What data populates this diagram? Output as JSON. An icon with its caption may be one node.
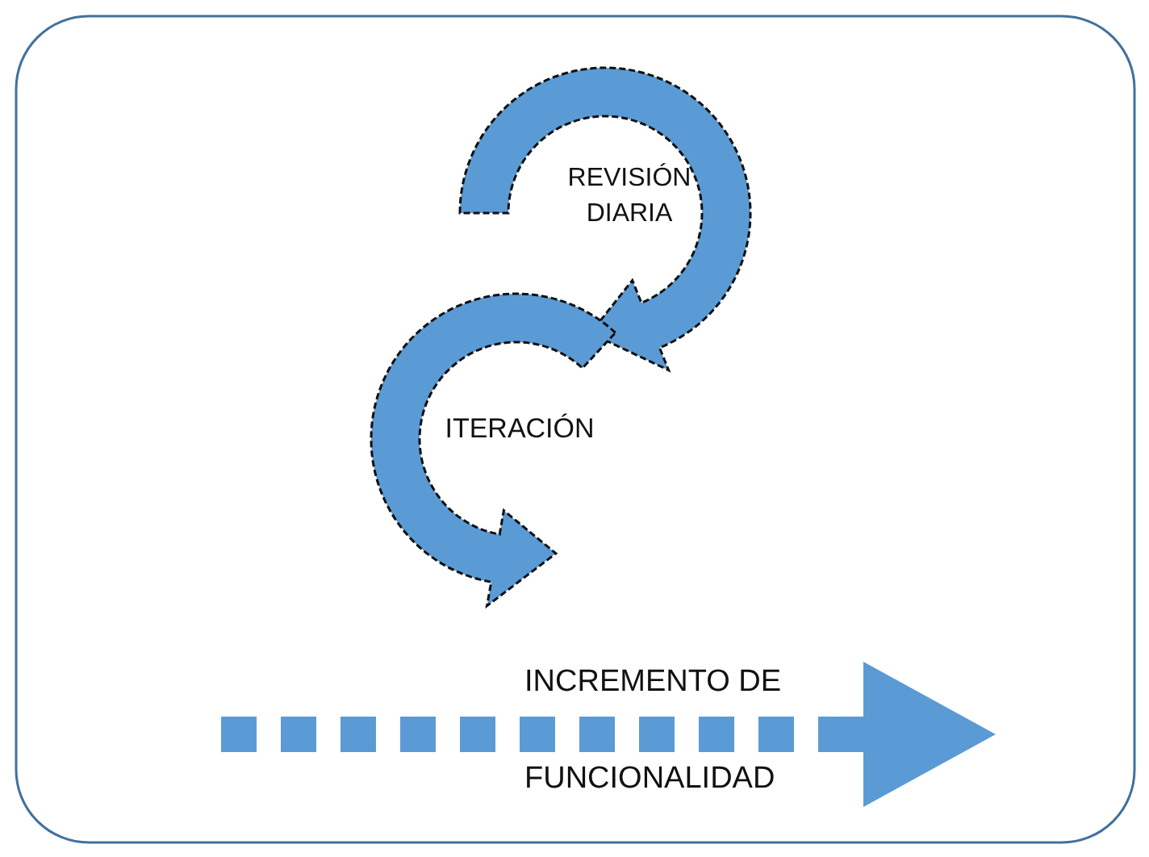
{
  "diagram": {
    "labels": [
      "REVISIÓN DIARIA",
      "ITERACIÓN",
      "INCREMENTO DE",
      "FUNCIONALIDAD"
    ]
  }
}
